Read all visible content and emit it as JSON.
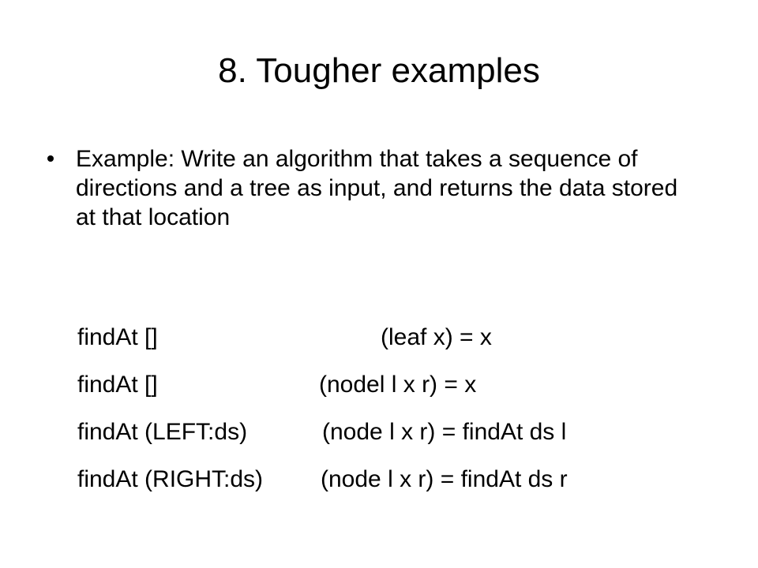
{
  "slide": {
    "title": "8. Tougher examples",
    "bullet": {
      "text": "Example: Write an algorithm that takes a sequence of directions and a tree as input, and returns the data stored at that location"
    },
    "code": [
      {
        "pattern": "findAt []",
        "tree": "(leaf x) = x"
      },
      {
        "pattern": "findAt []",
        "tree": "(nodel l x r) = x"
      },
      {
        "pattern": "findAt (LEFT:ds)",
        "tree": "(node l x r) = findAt ds l"
      },
      {
        "pattern": "findAt (RIGHT:ds)",
        "tree": "(node l x r) = findAt ds r"
      }
    ]
  }
}
